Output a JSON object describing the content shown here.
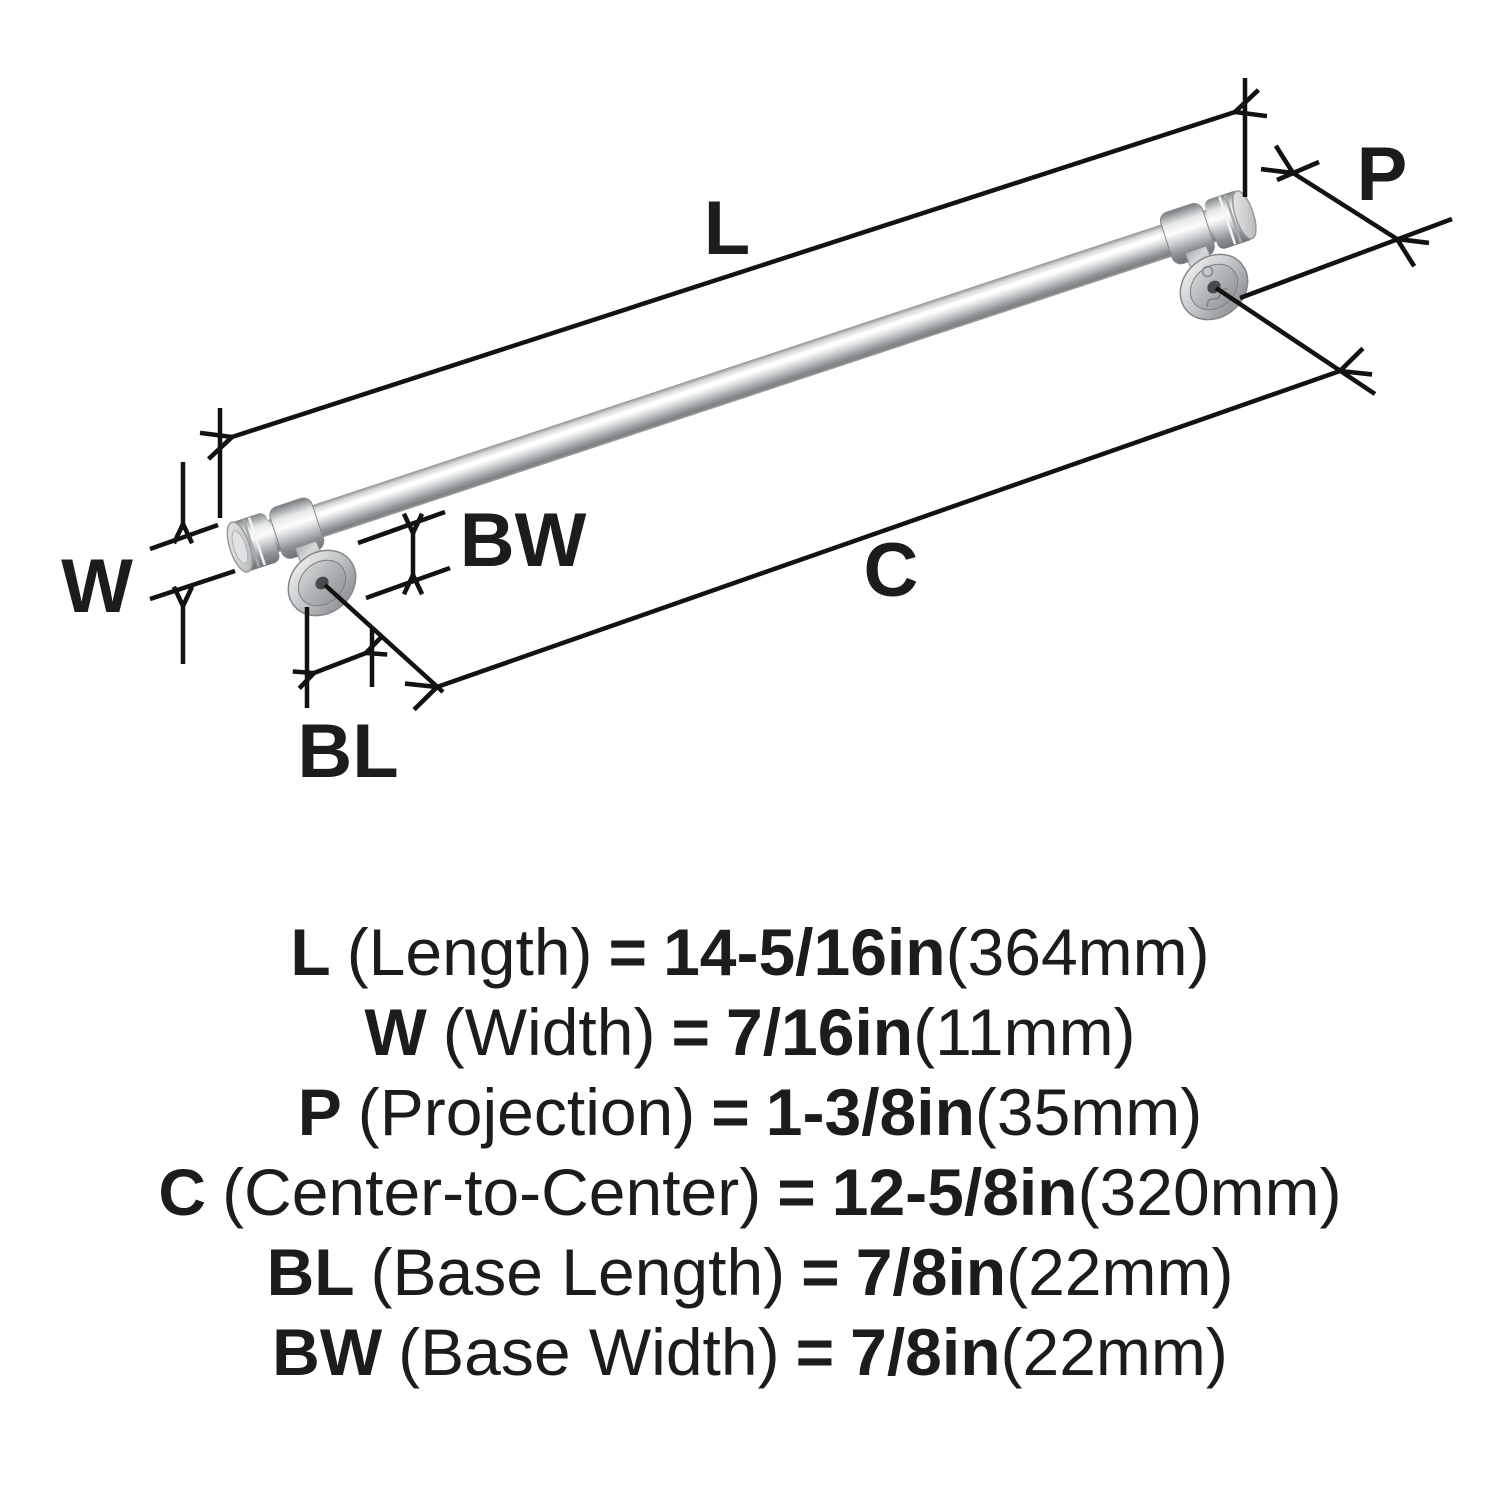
{
  "colors": {
    "background": "#ffffff",
    "line": "#121212",
    "text": "#1c1c1c",
    "metal": "#c9cccd"
  },
  "diagram": {
    "labels": {
      "length": "L",
      "width": "W",
      "projection": "P",
      "center_to_center": "C",
      "base_length": "BL",
      "base_width": "BW"
    }
  },
  "specs": {
    "rows": [
      {
        "label": "L",
        "name": "(Length)",
        "eq": "=",
        "value": "14-5/16in",
        "metric": "(364mm)"
      },
      {
        "label": "W",
        "name": "(Width)",
        "eq": "=",
        "value": "7/16in",
        "metric": "(11mm)"
      },
      {
        "label": "P",
        "name": "(Projection)",
        "eq": "=",
        "value": "1-3/8in",
        "metric": "(35mm)"
      },
      {
        "label": "C",
        "name": "(Center-to-Center)",
        "eq": "=",
        "value": "12-5/8in",
        "metric": "(320mm)"
      },
      {
        "label": "BL",
        "name": "(Base Length)",
        "eq": "=",
        "value": "7/8in",
        "metric": "(22mm)"
      },
      {
        "label": "BW",
        "name": "(Base Width)",
        "eq": "=",
        "value": "7/8in",
        "metric": "(22mm)"
      }
    ]
  }
}
